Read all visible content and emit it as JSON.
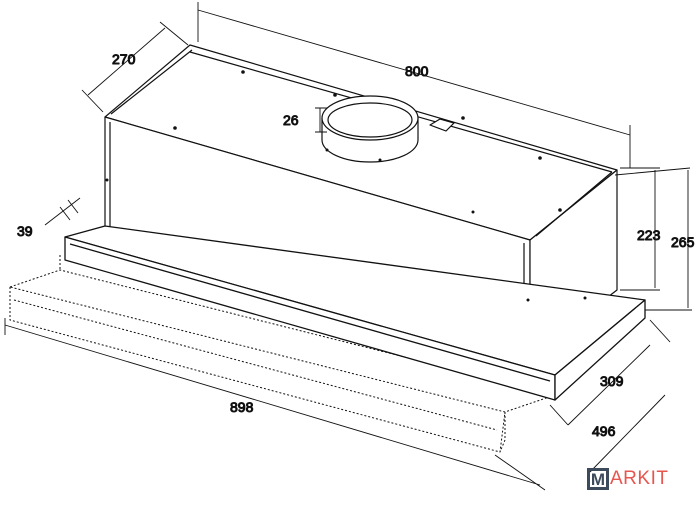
{
  "dimensions": {
    "length": "800",
    "depth": "270",
    "duct_height": "26",
    "trim_depth": "39",
    "body_height": "223",
    "total_height": "265",
    "slide_depth": "309",
    "extended_depth": "496",
    "total_width": "898"
  },
  "logo": {
    "text": "MARKIT",
    "initial": "M",
    "rest": "ARKIT",
    "primary_color": "#3c4a5c",
    "accent_color": "#e8554e"
  }
}
